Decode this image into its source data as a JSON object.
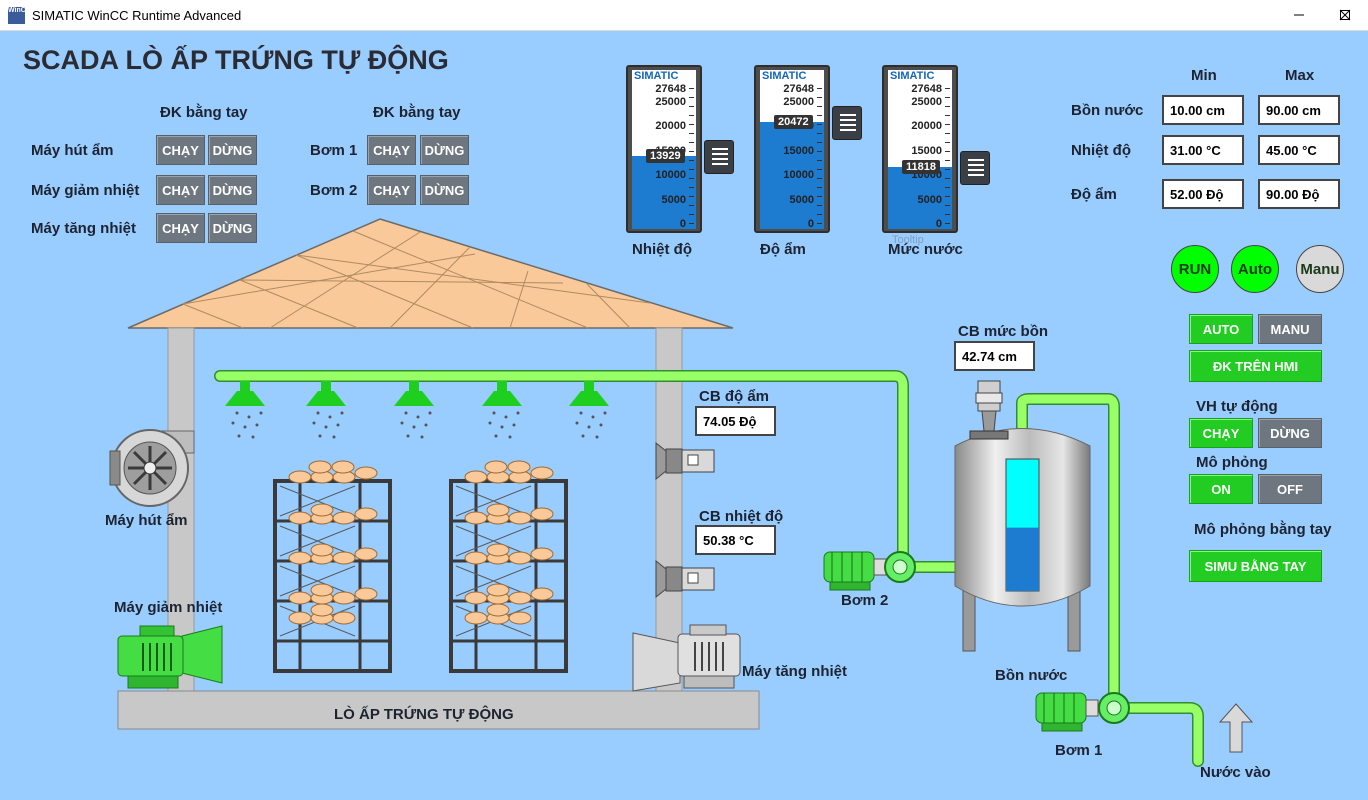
{
  "window": {
    "title": "SIMATIC WinCC Runtime Advanced",
    "icon_text": "WinCC"
  },
  "header": {
    "title": "SCADA LÒ ẤP TRỨNG TỰ ĐỘNG"
  },
  "manual_left": {
    "heading": "ĐK bằng tay",
    "rows": [
      {
        "label": "Máy hút ẩm",
        "run": "CHẠY",
        "stop": "DỪNG"
      },
      {
        "label": "Máy giảm nhiệt",
        "run": "CHẠY",
        "stop": "DỪNG"
      },
      {
        "label": "Máy tăng nhiệt",
        "run": "CHẠY",
        "stop": "DỪNG"
      }
    ]
  },
  "manual_right": {
    "heading": "ĐK bằng tay",
    "rows": [
      {
        "label": "Bơm 1",
        "run": "CHẠY",
        "stop": "DỪNG"
      },
      {
        "label": "Bơm 2",
        "run": "CHẠY",
        "stop": "DỪNG"
      }
    ]
  },
  "bars": [
    {
      "brand": "SIMATIC",
      "caption": "Nhiệt độ",
      "value": 13929,
      "max": 27648,
      "ticks": [
        "27648",
        "25000",
        "20000",
        "15000",
        "10000",
        "5000",
        "0"
      ]
    },
    {
      "brand": "SIMATIC",
      "caption": "Độ ẩm",
      "value": 20472,
      "max": 27648,
      "ticks": [
        "27648",
        "25000",
        "20000",
        "15000",
        "10000",
        "5000",
        "0"
      ]
    },
    {
      "brand": "SIMATIC",
      "caption": "Mức nước",
      "value": 11818,
      "max": 27648,
      "ticks": [
        "27648",
        "25000",
        "20000",
        "15000",
        "10000",
        "5000",
        "0"
      ]
    }
  ],
  "tooltip_ghost": "Tooltip",
  "limits": {
    "min_label": "Min",
    "max_label": "Max",
    "rows": [
      {
        "label": "Bồn nước",
        "min": "10.00 cm",
        "max": "90.00 cm"
      },
      {
        "label": "Nhiệt độ",
        "min": "31.00 °C",
        "max": "45.00 °C"
      },
      {
        "label": "Độ ẩm",
        "min": "52.00 Độ",
        "max": "90.00 Độ"
      }
    ]
  },
  "indicators": [
    {
      "label": "RUN",
      "color": "#00ff00"
    },
    {
      "label": "Auto",
      "color": "#00ff00"
    },
    {
      "label": "Manu",
      "color": "#d9d9d9"
    }
  ],
  "controls": {
    "auto": "AUTO",
    "manu": "MANU",
    "hmi": "ĐK TRÊN HMI",
    "vh_label": "VH tự động",
    "vh_run": "CHẠY",
    "vh_stop": "DỪNG",
    "sim_label": "Mô phỏng",
    "sim_on": "ON",
    "sim_off": "OFF",
    "manual_sim_label": "Mô phỏng bằng tay",
    "manual_sim_button": "SIMU BẰNG TAY"
  },
  "sensors": {
    "humidity_label": "CB độ ẩm",
    "humidity_value": "74.05 Độ",
    "temp_label": "CB nhiệt độ",
    "temp_value": "50.38 °C",
    "level_label": "CB mức bồn",
    "level_value": "42.74 cm"
  },
  "plant": {
    "dehumidifier": "Máy hút ẩm",
    "cooler": "Máy giảm nhiệt",
    "heater": "Máy tăng nhiệt",
    "base": "LÒ ẤP TRỨNG TỰ ĐỘNG",
    "pump2": "Bơm 2",
    "pump1": "Bơm 1",
    "tank": "Bồn nước",
    "water_in": "Nước vào",
    "tank_level": 0.48
  },
  "colors": {
    "screen": "#99ccff",
    "pipe": "#99ff66",
    "green_button": "#22cc22",
    "grey_button": "#6e7680",
    "fill": "#1d7bd0",
    "roof": "#f9c99a"
  }
}
